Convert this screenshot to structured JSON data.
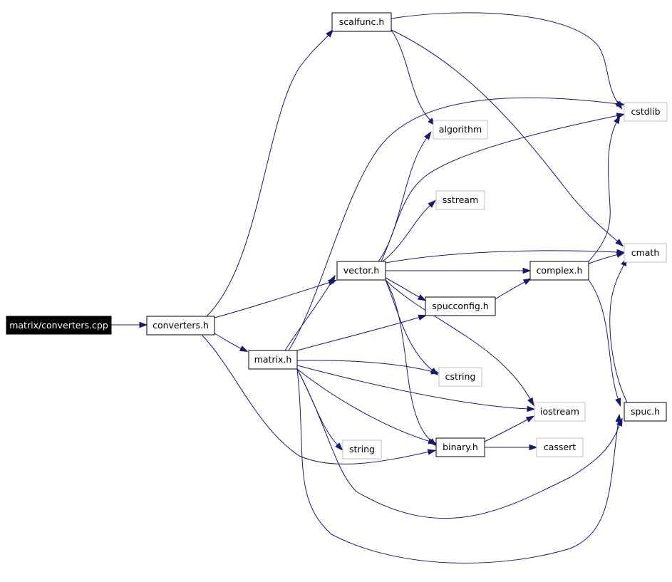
{
  "colors": {
    "edge": "#191970",
    "node_border": "#000000",
    "external_border": "#bfbfbf",
    "root_fill": "#000000",
    "root_text": "#ffffff"
  },
  "graph": {
    "root": "matrix/converters.cpp",
    "nodes": [
      {
        "id": "converters_cpp",
        "label": "matrix/converters.cpp",
        "kind": "root"
      },
      {
        "id": "converters_h",
        "label": "converters.h",
        "kind": "local"
      },
      {
        "id": "scalfunc_h",
        "label": "scalfunc.h",
        "kind": "local"
      },
      {
        "id": "vector_h",
        "label": "vector.h",
        "kind": "local"
      },
      {
        "id": "matrix_h",
        "label": "matrix.h",
        "kind": "local"
      },
      {
        "id": "spucconfig_h",
        "label": "spucconfig.h",
        "kind": "local"
      },
      {
        "id": "complex_h",
        "label": "complex.h",
        "kind": "local"
      },
      {
        "id": "binary_h",
        "label": "binary.h",
        "kind": "local"
      },
      {
        "id": "spuc_h",
        "label": "spuc.h",
        "kind": "local"
      },
      {
        "id": "cstdlib",
        "label": "cstdlib",
        "kind": "system"
      },
      {
        "id": "algorithm",
        "label": "algorithm",
        "kind": "system"
      },
      {
        "id": "sstream",
        "label": "sstream",
        "kind": "system"
      },
      {
        "id": "cmath",
        "label": "cmath",
        "kind": "system"
      },
      {
        "id": "cstring",
        "label": "cstring",
        "kind": "system"
      },
      {
        "id": "iostream",
        "label": "iostream",
        "kind": "system"
      },
      {
        "id": "cassert",
        "label": "cassert",
        "kind": "system"
      },
      {
        "id": "string",
        "label": "string",
        "kind": "system"
      }
    ],
    "edges": [
      [
        "converters_cpp",
        "converters_h"
      ],
      [
        "converters_h",
        "scalfunc_h"
      ],
      [
        "converters_h",
        "vector_h"
      ],
      [
        "converters_h",
        "matrix_h"
      ],
      [
        "converters_h",
        "binary_h"
      ],
      [
        "scalfunc_h",
        "cstdlib"
      ],
      [
        "scalfunc_h",
        "algorithm"
      ],
      [
        "scalfunc_h",
        "cmath"
      ],
      [
        "vector_h",
        "cstdlib"
      ],
      [
        "vector_h",
        "algorithm"
      ],
      [
        "vector_h",
        "sstream"
      ],
      [
        "vector_h",
        "cmath"
      ],
      [
        "vector_h",
        "complex_h"
      ],
      [
        "vector_h",
        "spucconfig_h"
      ],
      [
        "vector_h",
        "cstring"
      ],
      [
        "vector_h",
        "iostream"
      ],
      [
        "vector_h",
        "binary_h"
      ],
      [
        "matrix_h",
        "vector_h"
      ],
      [
        "matrix_h",
        "cstdlib"
      ],
      [
        "matrix_h",
        "spucconfig_h"
      ],
      [
        "matrix_h",
        "cstring"
      ],
      [
        "matrix_h",
        "iostream"
      ],
      [
        "matrix_h",
        "string"
      ],
      [
        "matrix_h",
        "binary_h"
      ],
      [
        "matrix_h",
        "spuc_h"
      ],
      [
        "matrix_h",
        "spuc_h"
      ],
      [
        "spucconfig_h",
        "complex_h"
      ],
      [
        "complex_h",
        "cmath"
      ],
      [
        "complex_h",
        "cstdlib"
      ],
      [
        "complex_h",
        "spuc_h"
      ],
      [
        "spuc_h",
        "cmath"
      ],
      [
        "binary_h",
        "iostream"
      ],
      [
        "binary_h",
        "cassert"
      ]
    ]
  }
}
